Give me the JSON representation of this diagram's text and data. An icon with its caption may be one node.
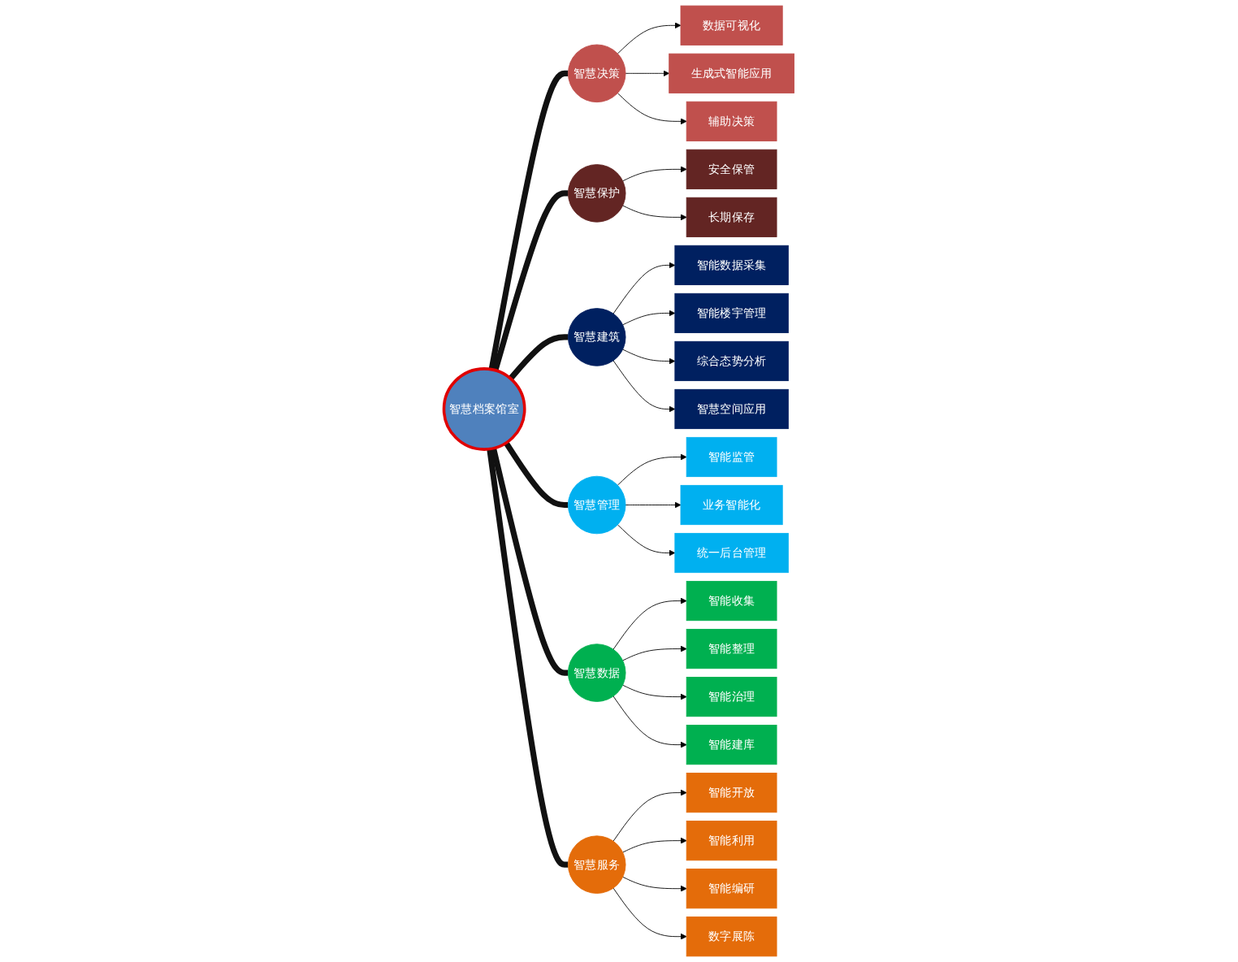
{
  "diagram": {
    "nodes": [
      {
        "text": [
          "智慧档案馆室"
        ]
      },
      {
        "text": [
          "智慧决策"
        ]
      },
      {
        "text": [
          "智慧保护"
        ]
      },
      {
        "text": [
          "智慧建筑"
        ]
      },
      {
        "text": [
          "智慧管理"
        ]
      },
      {
        "text": [
          "智慧数据"
        ]
      },
      {
        "text": [
          "智慧服务"
        ]
      },
      {
        "text": [
          "数据可视化"
        ]
      },
      {
        "text": [
          "生成式智能应用"
        ]
      },
      {
        "text": [
          "辅助决策"
        ]
      },
      {
        "text": [
          "安全保管"
        ]
      },
      {
        "text": [
          "长期保存"
        ]
      },
      {
        "text": [
          "智能数据采集"
        ]
      },
      {
        "text": [
          "智能楼宇管理"
        ]
      },
      {
        "text": [
          "综合态势分析"
        ]
      },
      {
        "text": [
          "智慧空间应用"
        ]
      },
      {
        "text": [
          "智能监管"
        ]
      },
      {
        "text": [
          "业务智能化"
        ]
      },
      {
        "text": [
          "统一后台管理"
        ]
      },
      {
        "text": [
          "智能收集"
        ]
      },
      {
        "text": [
          "智能整理"
        ]
      },
      {
        "text": [
          "智能治理"
        ]
      },
      {
        "text": [
          "智能建库"
        ]
      },
      {
        "text": [
          "智能开放"
        ]
      },
      {
        "text": [
          "智能利用"
        ]
      },
      {
        "text": [
          "智能编研"
        ]
      },
      {
        "text": [
          "数字展陈"
        ]
      }
    ],
    "edges": [
      {
        "from": 0,
        "to": 1,
        "arrow": "none",
        "style": "thick"
      },
      {
        "from": 0,
        "to": 2,
        "arrow": "none",
        "style": "thick"
      },
      {
        "from": 0,
        "to": 3,
        "arrow": "none",
        "style": "thick"
      },
      {
        "from": 0,
        "to": 4,
        "arrow": "none",
        "style": "thick"
      },
      {
        "from": 0,
        "to": 5,
        "arrow": "none",
        "style": "thick"
      },
      {
        "from": 0,
        "to": 6,
        "arrow": "none",
        "style": "thick"
      },
      {
        "from": 1,
        "to": 7,
        "arrow": "to"
      },
      {
        "from": 1,
        "to": 8,
        "arrow": "to"
      },
      {
        "from": 1,
        "to": 9,
        "arrow": "to"
      },
      {
        "from": 2,
        "to": 10,
        "arrow": "to"
      },
      {
        "from": 2,
        "to": 11,
        "arrow": "to"
      },
      {
        "from": 3,
        "to": 12,
        "arrow": "to"
      },
      {
        "from": 3,
        "to": 13,
        "arrow": "to"
      },
      {
        "from": 3,
        "to": 14,
        "arrow": "to"
      },
      {
        "from": 3,
        "to": 15,
        "arrow": "to"
      },
      {
        "from": 4,
        "to": 16,
        "arrow": "to"
      },
      {
        "from": 4,
        "to": 17,
        "arrow": "to"
      },
      {
        "from": 4,
        "to": 18,
        "arrow": "to"
      },
      {
        "from": 5,
        "to": 19,
        "arrow": "to"
      },
      {
        "from": 5,
        "to": 20,
        "arrow": "to"
      },
      {
        "from": 5,
        "to": 21,
        "arrow": "to"
      },
      {
        "from": 5,
        "to": 22,
        "arrow": "to"
      },
      {
        "from": 6,
        "to": 23,
        "arrow": "to"
      },
      {
        "from": 6,
        "to": 24,
        "arrow": "to"
      },
      {
        "from": 6,
        "to": 25,
        "arrow": "to"
      },
      {
        "from": 6,
        "to": 26,
        "arrow": "to"
      }
    ]
  }
}
